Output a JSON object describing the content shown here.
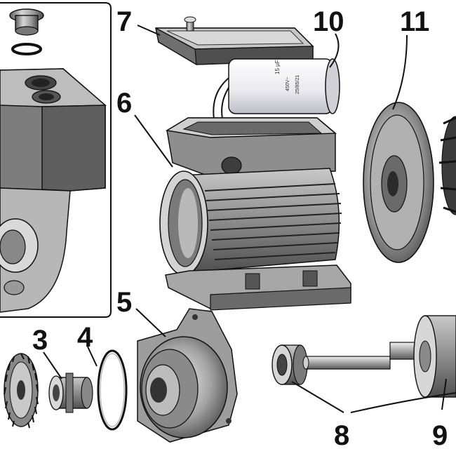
{
  "callouts": {
    "c3": "3",
    "c4": "4",
    "c5": "5",
    "c6": "6",
    "c7": "7",
    "c8": "8",
    "c9": "9",
    "c10": "10",
    "c11": "11"
  },
  "capacitor_text": {
    "line1": "15 μF",
    "line2": "450V~",
    "line3": "25/85/21"
  },
  "colors": {
    "line": "#111111",
    "metal_light": "#e2e2e2",
    "metal_mid": "#a9a9a9",
    "metal_dark": "#555555",
    "capacitor": "#f4f4f6"
  }
}
